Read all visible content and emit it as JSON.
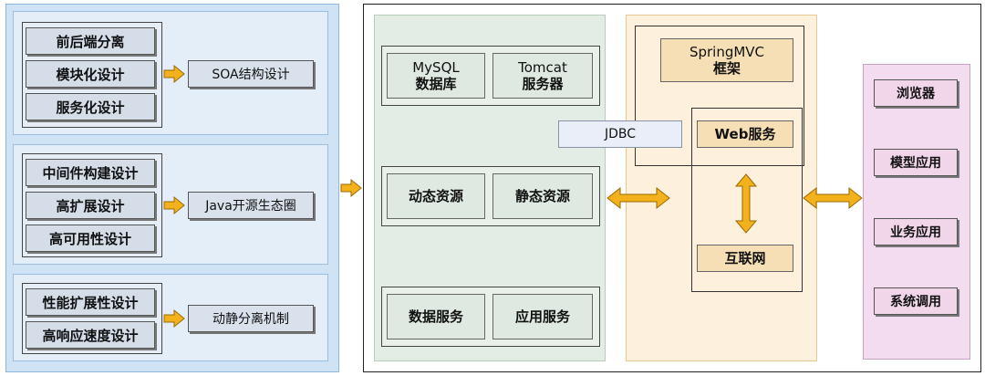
{
  "left": {
    "groups": [
      {
        "items": [
          "前后端分离",
          "模块化设计",
          "服务化设计"
        ],
        "result": "SOA结构设计"
      },
      {
        "items": [
          "中间件构建设计",
          "高扩展设计",
          "高可用性设计"
        ],
        "result": "Java开源生态圈"
      },
      {
        "items": [
          "性能扩展性设计",
          "高响应速度设计"
        ],
        "result": "动静分离机制"
      }
    ]
  },
  "middle": {
    "row1": [
      {
        "line1": "MySQL",
        "line2": "数据库"
      },
      {
        "line1": "Tomcat",
        "line2": "服务器"
      }
    ],
    "row2": [
      "动态资源",
      "静态资源"
    ],
    "row3": [
      "数据服务",
      "应用服务"
    ]
  },
  "jdbc": "JDBC",
  "orange": {
    "framework_line1": "SpringMVC",
    "framework_line2": "框架",
    "web_service": "Web服务",
    "internet": "互联网"
  },
  "right": {
    "items": [
      "浏览器",
      "模型应用",
      "业务应用",
      "系统调用"
    ]
  },
  "colors": {
    "arrow_fill": "#f3b21c",
    "arrow_stroke": "#9a6a00"
  }
}
